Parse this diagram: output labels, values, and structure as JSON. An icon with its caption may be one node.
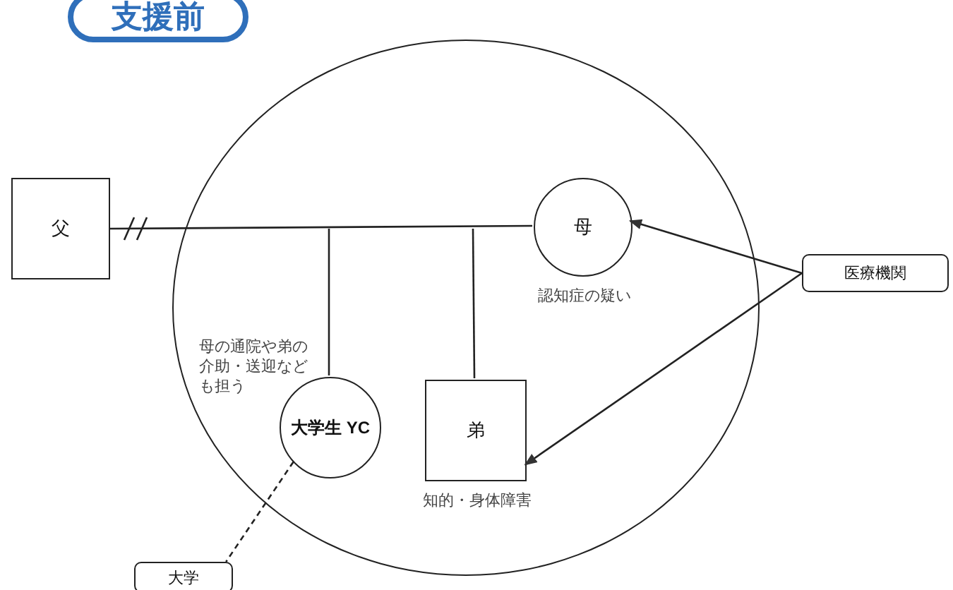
{
  "diagram": {
    "nodes": [
      {
        "text": [
          "支援前"
        ]
      },
      {
        "text": [],
        "shape": "circle"
      },
      {
        "text": [
          "父"
        ]
      },
      {
        "text": [
          "母"
        ],
        "in": 1,
        "beside": [
          "認知症の疑い"
        ]
      },
      {
        "text": [
          "大学生 YC"
        ],
        "in": 1,
        "beside": [
          "母の通院や弟の介助・送迎なども担う"
        ]
      },
      {
        "text": [
          "弟"
        ],
        "in": 1,
        "beside": [
          "知的・身体障害"
        ]
      },
      {
        "text": [
          "医療機関"
        ]
      },
      {
        "text": [
          "大学"
        ]
      }
    ],
    "edges": [
      {
        "from": 2,
        "to": 3,
        "arrow": "none"
      },
      {
        "from": null,
        "to": 4,
        "arrow": "none"
      },
      {
        "from": null,
        "to": 5,
        "arrow": "none"
      },
      {
        "from": 6,
        "to": 3,
        "arrow": "to"
      },
      {
        "from": 6,
        "to": 5,
        "arrow": "to"
      },
      {
        "from": 4,
        "to": 7,
        "arrow": "none",
        "style": "dashed"
      }
    ]
  }
}
